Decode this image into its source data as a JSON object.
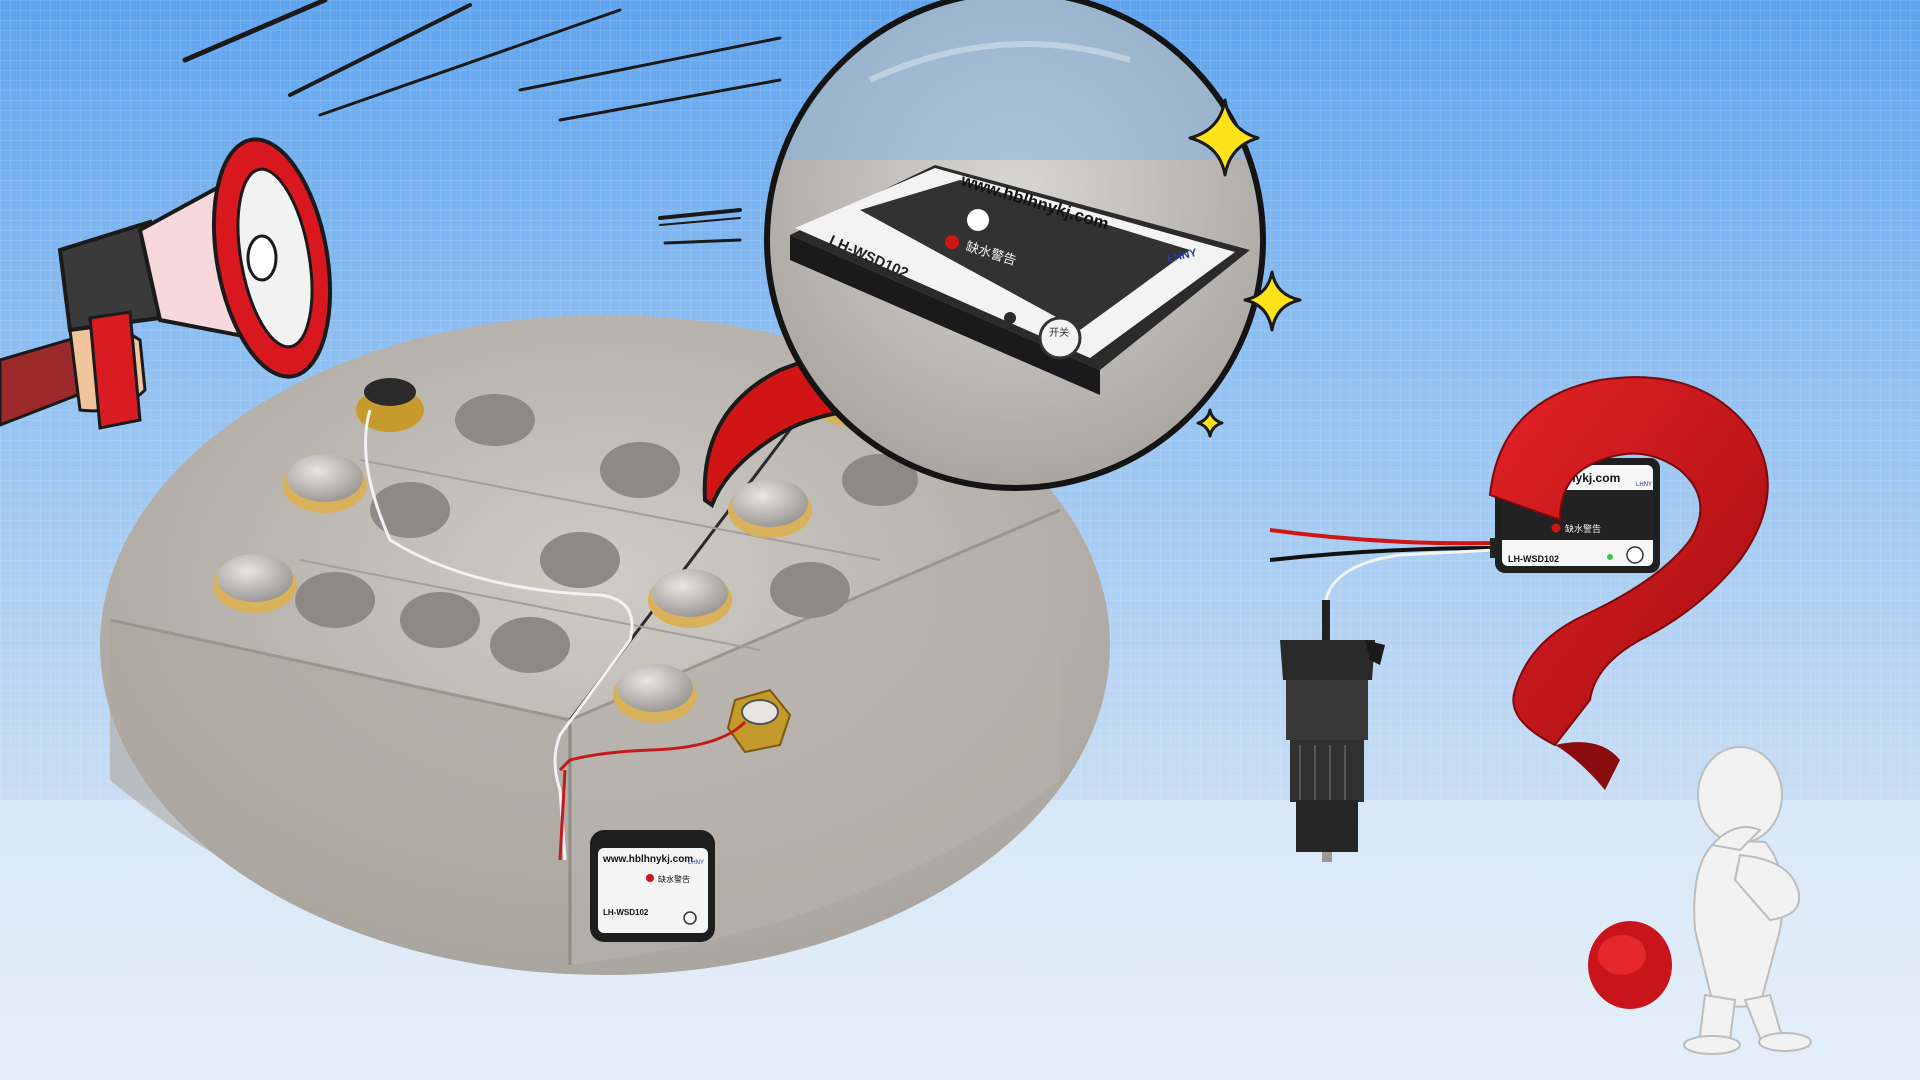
{
  "colors": {
    "sky_top": "#5ea4ef",
    "floor": "#dfeaf6",
    "arrow_red": "#d11414",
    "question_red": "#c8141a",
    "sparkle_yellow": "#ffe31a",
    "device_dark": "#2b2b2b",
    "battery_gray": "#b8b4ae"
  },
  "icons": [
    "megaphone-icon",
    "sparkle-icon",
    "curved-arrow-icon",
    "question-mark-icon",
    "thinking-figure-icon"
  ],
  "magnified_device": {
    "url": "www.hblhnykj.com",
    "model": "LH-WSD102",
    "warning_label": "缺水警告",
    "switch_label": "开关",
    "brand": "LHNY"
  },
  "installed_device": {
    "url": "www.hblhnykj.com",
    "model": "LH-WSD102",
    "warning_label": "缺水警告",
    "brand": "LHNY"
  },
  "product_device": {
    "url": "www.hblhnykj.com",
    "model": "LH-WSD102",
    "warning_label": "缺水警告",
    "brand": "LHNY"
  }
}
